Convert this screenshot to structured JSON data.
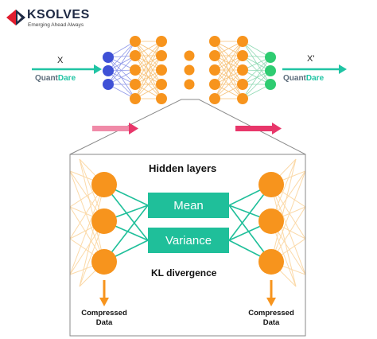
{
  "logo": {
    "name": "KSOLVES",
    "tagline": "Emerging Ahead Always"
  },
  "input": {
    "label": "X",
    "brand_left": "Quant",
    "brand_right": "Dare"
  },
  "output": {
    "label": "X'",
    "brand_left": "Quant",
    "brand_right": "Dare"
  },
  "detail": {
    "title": "Hidden layers",
    "mean_label": "Mean",
    "variance_label": "Variance",
    "kl_label": "KL divergence",
    "left_compressed": {
      "line1": "Compressed",
      "line2": "Data"
    },
    "right_compressed": {
      "line1": "Compressed",
      "line2": "Data"
    }
  },
  "colors": {
    "input_nodes": "#3f51d6",
    "output_nodes": "#2ecc71",
    "hidden_nodes": "#f7941d",
    "edge_orange": "#f6c27a",
    "edge_teal": "#1fbf9a",
    "box_fill": "#1fbf9a",
    "arrow_red": "#e8366a",
    "arrow_teal": "#20c4a4",
    "logo_red": "#e11d2e",
    "logo_navy": "#1f2a44"
  }
}
